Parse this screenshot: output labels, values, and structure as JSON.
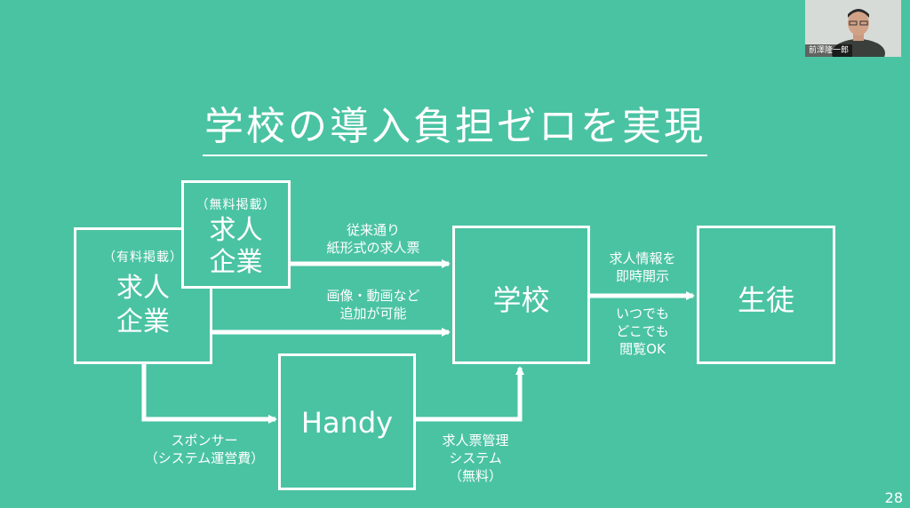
{
  "slide": {
    "title": "学校の導入負担ゼロを実現",
    "page_number": "28"
  },
  "webcam": {
    "participant_name": "前澤隆一郎"
  },
  "nodes": {
    "free_company": {
      "tag": "（無料掲載）",
      "line1": "求人",
      "line2": "企業"
    },
    "paid_company": {
      "tag": "（有料掲載）",
      "line1": "求人",
      "line2": "企業"
    },
    "school": {
      "label": "学校"
    },
    "students": {
      "label": "生徒"
    },
    "handy": {
      "label": "Handy"
    }
  },
  "edges": {
    "free_to_school": {
      "line1": "従来通り",
      "line2": "紙形式の求人票"
    },
    "paid_to_school": {
      "line1": "画像・動画など",
      "line2": "追加が可能"
    },
    "school_to_students_top": {
      "line1": "求人情報を",
      "line2": "即時開示"
    },
    "school_to_students_bottom": {
      "line1": "いつでも",
      "line2": "どこでも",
      "line3": "閲覧OK"
    },
    "paid_to_handy": {
      "line1": "スポンサー",
      "line2": "（システム運営費）"
    },
    "handy_to_school": {
      "line1": "求人票管理",
      "line2": "システム",
      "line3": "（無料）"
    }
  },
  "colors": {
    "background": "#4ac3a3",
    "foreground": "#ffffff"
  }
}
